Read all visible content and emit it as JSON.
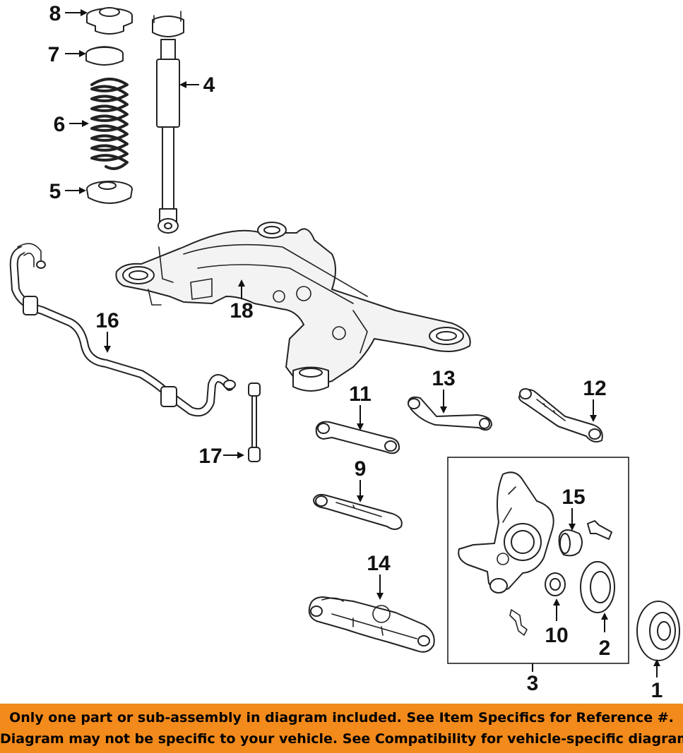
{
  "diagram": {
    "callouts": [
      {
        "id": "c1",
        "number": "1"
      },
      {
        "id": "c2",
        "number": "2"
      },
      {
        "id": "c3",
        "number": "3"
      },
      {
        "id": "c4",
        "number": "4"
      },
      {
        "id": "c5",
        "number": "5"
      },
      {
        "id": "c6",
        "number": "6"
      },
      {
        "id": "c7",
        "number": "7"
      },
      {
        "id": "c8",
        "number": "8"
      },
      {
        "id": "c9",
        "number": "9"
      },
      {
        "id": "c10",
        "number": "10"
      },
      {
        "id": "c11",
        "number": "11"
      },
      {
        "id": "c12",
        "number": "12"
      },
      {
        "id": "c13",
        "number": "13"
      },
      {
        "id": "c14",
        "number": "14"
      },
      {
        "id": "c15",
        "number": "15"
      },
      {
        "id": "c16",
        "number": "16"
      },
      {
        "id": "c17",
        "number": "17"
      },
      {
        "id": "c18",
        "number": "18"
      }
    ]
  },
  "disclaimer": {
    "line1": "Only one part or sub-assembly in diagram included. See Item Specifics for Reference #.",
    "line2": "Diagram may not be specific to your vehicle. See Compatibility for vehicle-specific diagrams.",
    "background_color": "#f28a1c"
  }
}
